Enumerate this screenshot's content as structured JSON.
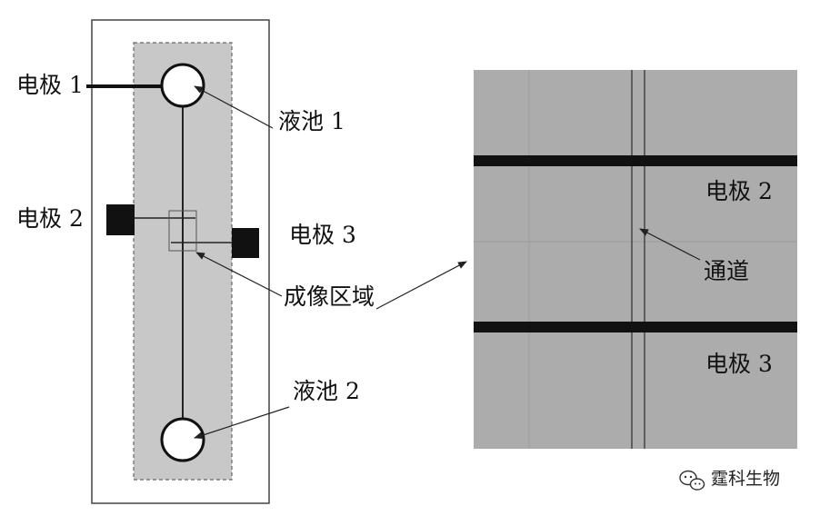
{
  "labels": {
    "electrode_1": "电极 1",
    "electrode_2_left": "电极 2",
    "electrode_3_left": "电极 3",
    "reservoir_1": "液池 1",
    "reservoir_2": "液池 2",
    "imaging_area": "成像区域",
    "electrode_2_right": "电极 2",
    "electrode_3_right": "电极 3",
    "channel": "通道"
  },
  "watermark": {
    "text": "霆科生物",
    "icon": "wechat-icon"
  },
  "colors": {
    "chip_fill": "#c8c8c8",
    "zoom_fill": "#a8a8a8",
    "electrode": "#111111",
    "line": "#222222"
  }
}
